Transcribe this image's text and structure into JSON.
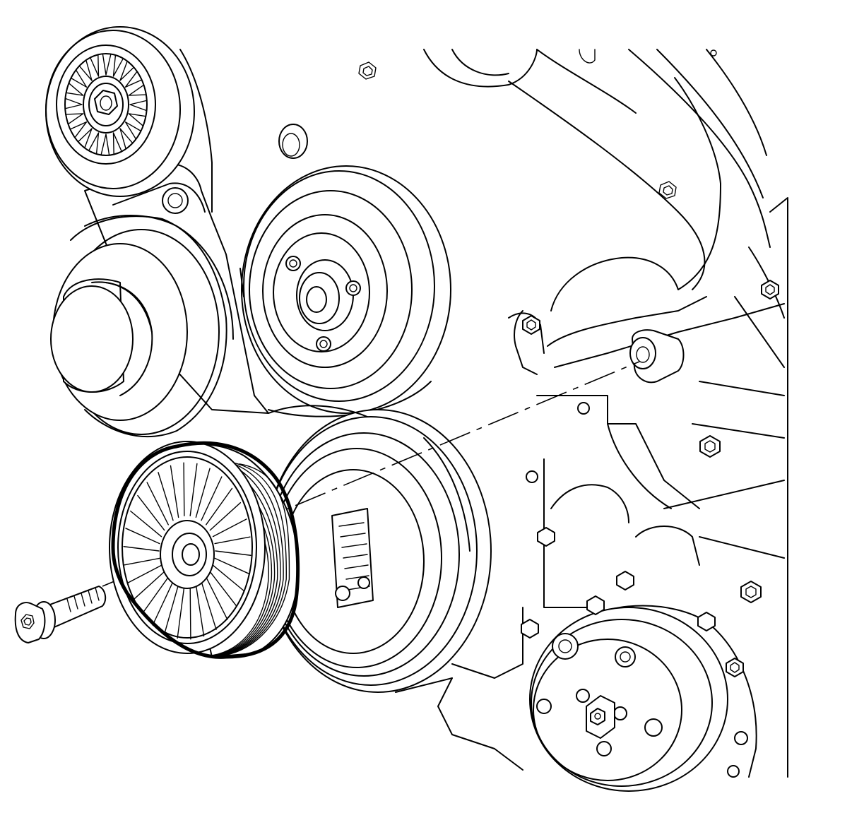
{
  "figure": {
    "description_visible_text": "",
    "parts": [
      {
        "name": "idler-pulley",
        "kind": "pulley"
      },
      {
        "name": "pulley-bolt",
        "kind": "bolt"
      },
      {
        "name": "belt-tensioner-pulley",
        "kind": "pulley"
      },
      {
        "name": "crankshaft-balancer",
        "kind": "pulley"
      },
      {
        "name": "water-pump-pulley",
        "kind": "pulley"
      },
      {
        "name": "ac-compressor-clutch",
        "kind": "pulley"
      },
      {
        "name": "power-steering-pulley",
        "kind": "pulley"
      },
      {
        "name": "engine-front-cover",
        "kind": "housing"
      }
    ]
  }
}
